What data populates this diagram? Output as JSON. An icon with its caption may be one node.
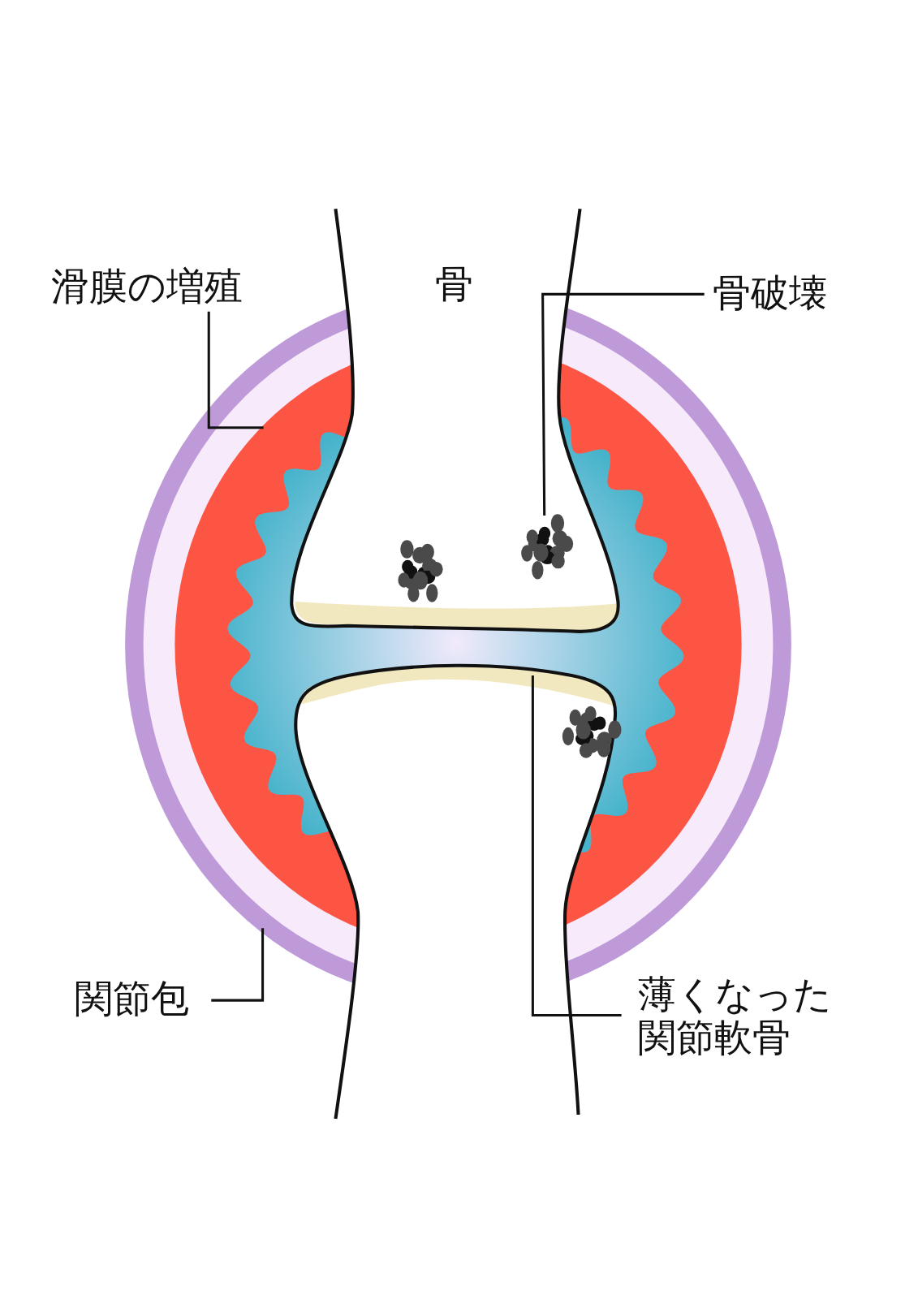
{
  "diagram": {
    "nodes": [
      {
        "text": [
          "滑膜の増殖"
        ]
      },
      {
        "text": [
          "骨破壊"
        ]
      },
      {
        "text": [
          "関節包"
        ]
      },
      {
        "text": [
          "薄くなった関節軟骨"
        ]
      }
    ],
    "edges": [
      {
        "from": 0,
        "to": null,
        "arrow": "none"
      },
      {
        "from": 1,
        "to": null,
        "arrow": "none"
      },
      {
        "from": 2,
        "to": null,
        "arrow": "none"
      },
      {
        "from": 3,
        "to": null,
        "arrow": "none"
      }
    ],
    "labels": [
      "骨"
    ]
  }
}
